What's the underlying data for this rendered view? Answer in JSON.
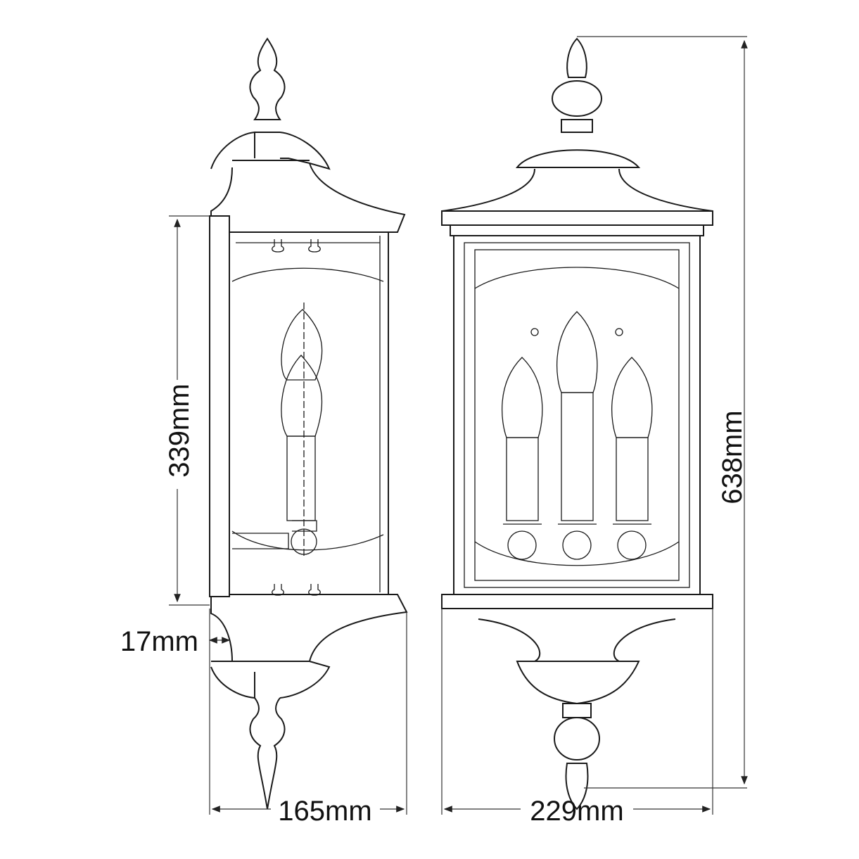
{
  "dimensions": {
    "backplate_height": "339mm",
    "projection_gap": "17mm",
    "depth": "165mm",
    "width": "229mm",
    "total_height": "638mm"
  },
  "views": [
    "side-view",
    "front-view"
  ]
}
